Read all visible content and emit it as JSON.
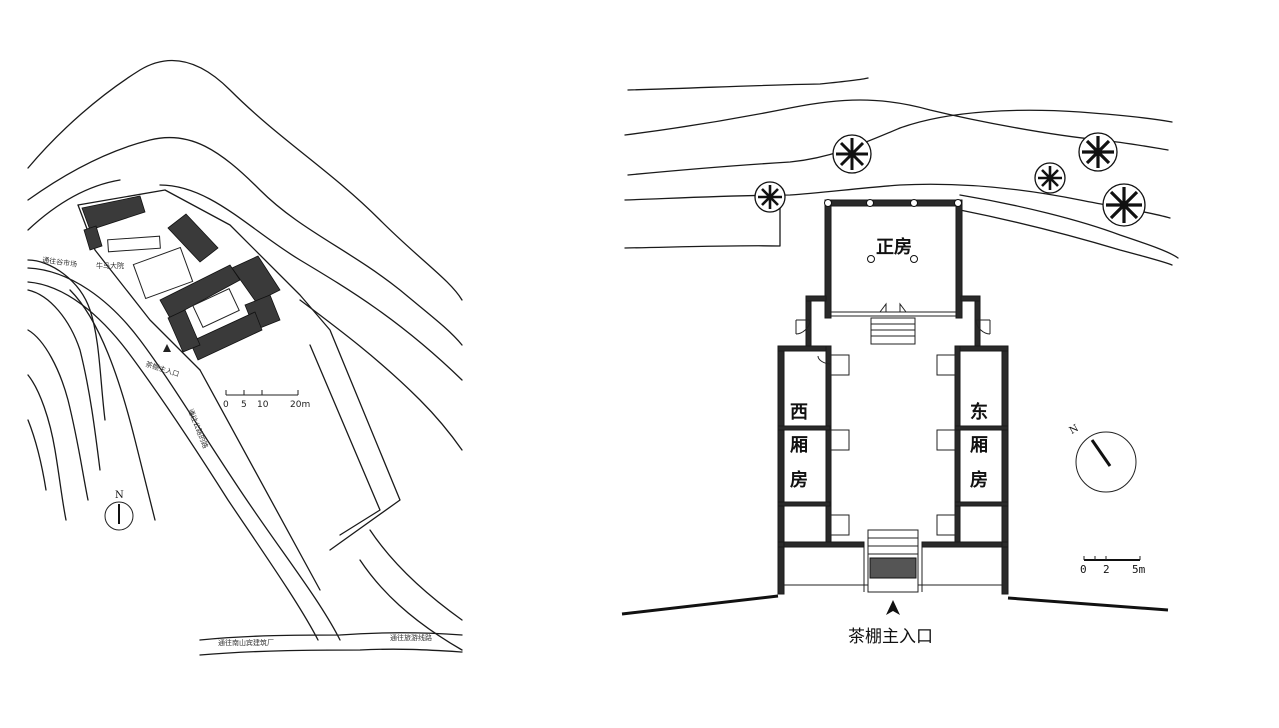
{
  "site_plan": {
    "courtyard_label": "牛马大院",
    "road_left_label": "通往谷市场",
    "entrance_label": "茶棚主入口",
    "path_label": "通往公路的路",
    "bottom_road_label_1": "通往南山宾建筑厂",
    "bottom_road_label_2": "通往旅游线路",
    "scale_ticks": [
      "0",
      "5",
      "10",
      "20m"
    ],
    "north_label": "N"
  },
  "floor_plan": {
    "main_room_label": "正房",
    "west_wing_label": [
      "西",
      "厢",
      "房"
    ],
    "east_wing_label": [
      "东",
      "厢",
      "房"
    ],
    "entrance_label": "茶棚主入口",
    "scale_ticks": [
      "0",
      "2",
      "5m"
    ],
    "north_label": "N"
  }
}
